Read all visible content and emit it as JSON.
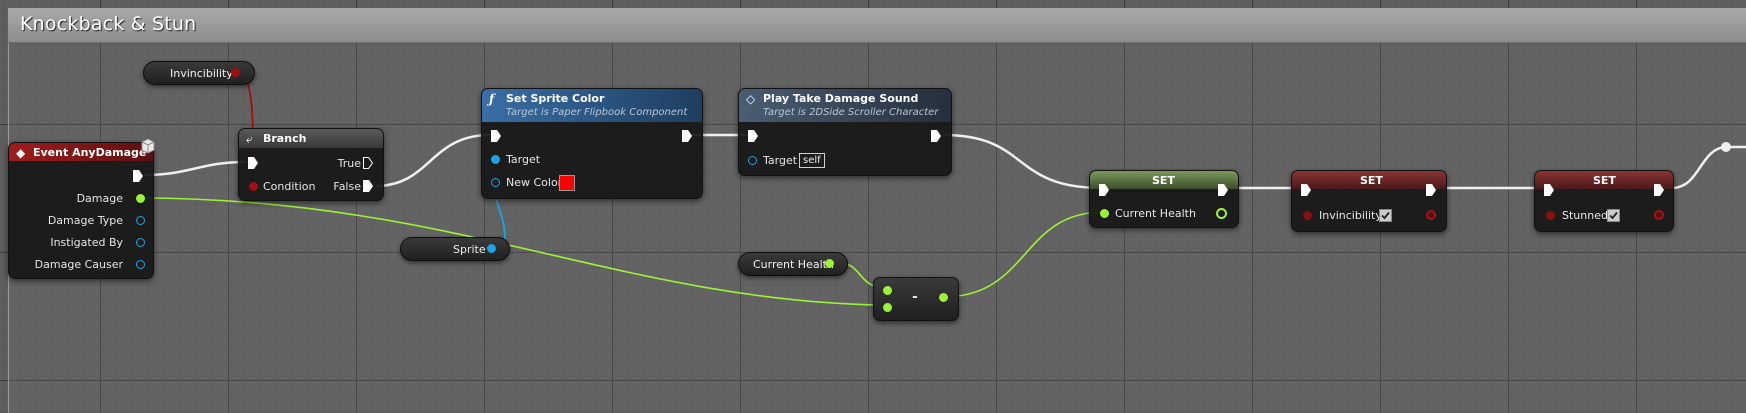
{
  "comment": {
    "title": "Knockback & Stun"
  },
  "nodes": {
    "event": {
      "title": "Event AnyDamage",
      "pins": [
        "Damage",
        "Damage Type",
        "Instigated By",
        "Damage Causer"
      ]
    },
    "branch": {
      "title": "Branch",
      "condition": "Condition",
      "true": "True",
      "false": "False"
    },
    "set_sprite_color": {
      "title": "Set Sprite Color",
      "subtitle": "Target is Paper Flipbook Component",
      "target": "Target",
      "new_color": "New Color",
      "new_color_value": "#ff0000"
    },
    "play_sound": {
      "title": "Play Take Damage Sound",
      "subtitle": "Target is 2DSide Scroller Character",
      "target": "Target",
      "target_value": "self"
    },
    "set_health": {
      "title": "SET",
      "pin": "Current Health"
    },
    "set_invincibility": {
      "title": "SET",
      "pin": "Invincibility",
      "checked": true
    },
    "set_stunned": {
      "title": "SET",
      "pin": "Stunned",
      "checked": true
    },
    "subtract": {
      "op": "-"
    }
  },
  "variables": {
    "invincibility": "Invincibility",
    "sprite": "Sprite",
    "current_health": "Current Health"
  },
  "colors": {
    "bool": "#8c0f0f",
    "float": "#9cf235",
    "object": "#19a5e6",
    "exec": "#ffffff",
    "event_header": "#8b1a1a",
    "function_header": "#2e5a8a",
    "set_health_header": "#5c7a42",
    "set_bool_header": "#7a2a2a"
  }
}
